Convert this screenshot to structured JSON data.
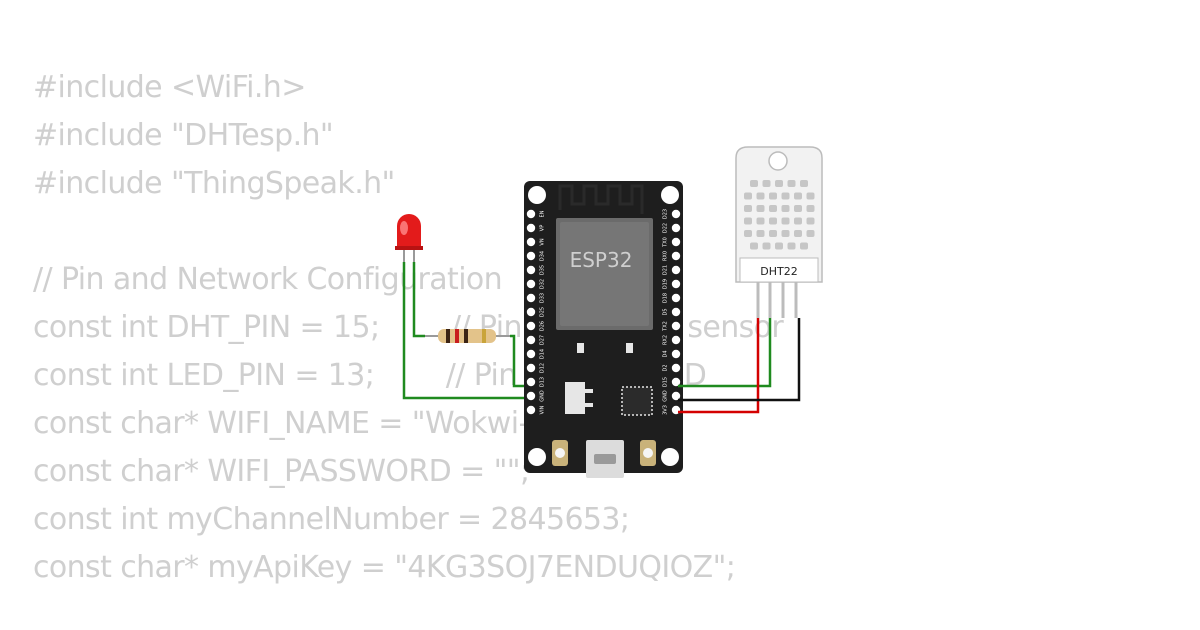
{
  "code": {
    "lines": [
      "#include <WiFi.h>",
      "#include \"DHTesp.h\"",
      "#include \"ThingSpeak.h\"",
      "",
      "// Pin and Network Configuration",
      "const int DHT_PIN = 15;        // Pin for DHT22 sensor",
      "const int LED_PIN = 13;        // Pin for alert LED",
      "const char* WIFI_NAME = \"Wokwi-GUEST\";",
      "const char* WIFI_PASSWORD = \"\";",
      "const int myChannelNumber = 2845653;",
      "const char* myApiKey = \"4KG3SOJ7ENDUQIOZ\";"
    ]
  },
  "circuit": {
    "board_label": "ESP32",
    "sensor_label": "DHT22",
    "left_pins": [
      "EN",
      "VP",
      "VN",
      "D34",
      "D35",
      "D32",
      "D33",
      "D25",
      "D26",
      "D27",
      "D14",
      "D12",
      "D13",
      "GND",
      "VIN"
    ],
    "right_pins": [
      "D23",
      "D22",
      "TX0",
      "RX0",
      "D21",
      "D19",
      "D18",
      "D5",
      "TX2",
      "RX2",
      "D4",
      "D2",
      "D15",
      "GND",
      "3V3"
    ],
    "colors": {
      "wire_green": "#1f8a1f",
      "wire_red": "#d40000",
      "wire_black": "#111111",
      "board": "#1e1e1e",
      "led": "#e31b1b"
    }
  }
}
